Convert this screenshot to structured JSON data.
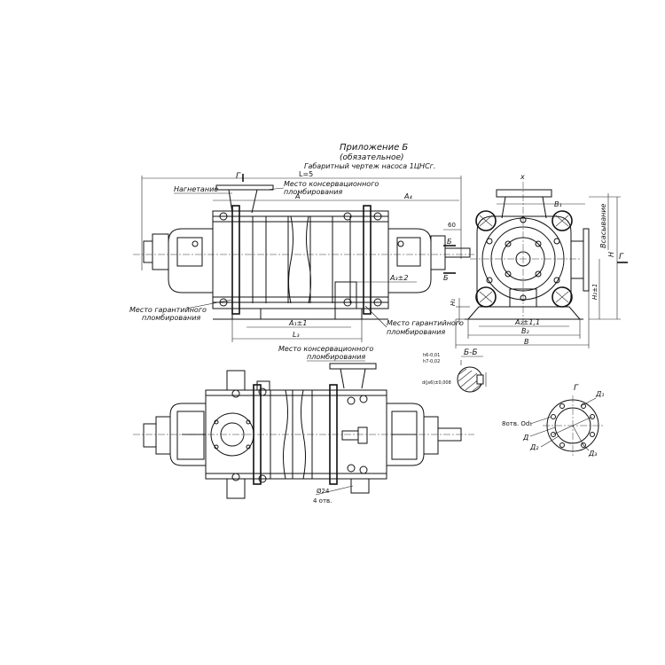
{
  "title": {
    "line1": "Приложение Б",
    "line2": "(обязательное)",
    "line3": "Габаритный чертеж насоса 1ЦНСг."
  },
  "labels": {
    "g_top": "Г",
    "l_total": "L=5",
    "discharge": "Нагнетание",
    "conservation_seal_top": "Место консервационного",
    "conservation_seal_top2": "пломбирования",
    "dim_a": "A",
    "dim_a4": "A₄",
    "dim_60": "60",
    "b_top": "Б",
    "b_bottom": "Б",
    "dim_a3": "A₃±2",
    "warranty_seal_left": "Место гарантийного",
    "warranty_seal_left2": "пломбирования",
    "warranty_seal_right": "Место гарантийного",
    "warranty_seal_right2": "пломбирования",
    "dim_a1": "A₁±1",
    "dim_l3": "L₃",
    "conservation_seal_bottom": "Место консервационного",
    "conservation_seal_bottom2": "пломбирования",
    "holes_dia": "Ø24",
    "holes_count": "4 отв.",
    "section_bb": "Б-Б",
    "tol1": "h6-0,01",
    "tol2": "h7-0,02",
    "shaft_tol": "d(js6)±0,008",
    "x_axis": "x",
    "dim_b1": "B₁",
    "suction": "Всасывание",
    "dim_h": "H",
    "g_right": "Г",
    "dim_h1": "H₁",
    "dim_h2": "H₂±1",
    "dim_a2": "A₂±1,1",
    "dim_b2": "B₂",
    "dim_b": "B",
    "flange_g": "Г",
    "flange_d1": "Д₁",
    "flange_holes": "8отв. Od₁",
    "flange_d": "Д",
    "flange_d2": "Д₂",
    "flange_d3": "Д₃"
  }
}
